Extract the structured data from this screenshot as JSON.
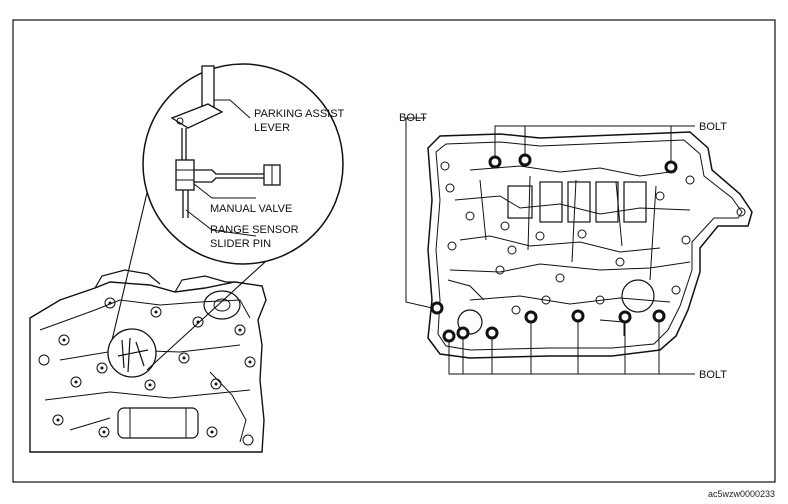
{
  "figure": {
    "callouts": {
      "parking_assist_lever_1": "PARKING ASSIST",
      "parking_assist_lever_2": "LEVER",
      "manual_valve": "MANUAL VALVE",
      "range_sensor_1": "RANGE SENSOR",
      "range_sensor_2": "SLIDER PIN"
    },
    "bolt_labels": {
      "left": "BOLT",
      "top_right": "BOLT",
      "bottom_right": "BOLT"
    },
    "figure_code": "ac5wzw0000233"
  }
}
